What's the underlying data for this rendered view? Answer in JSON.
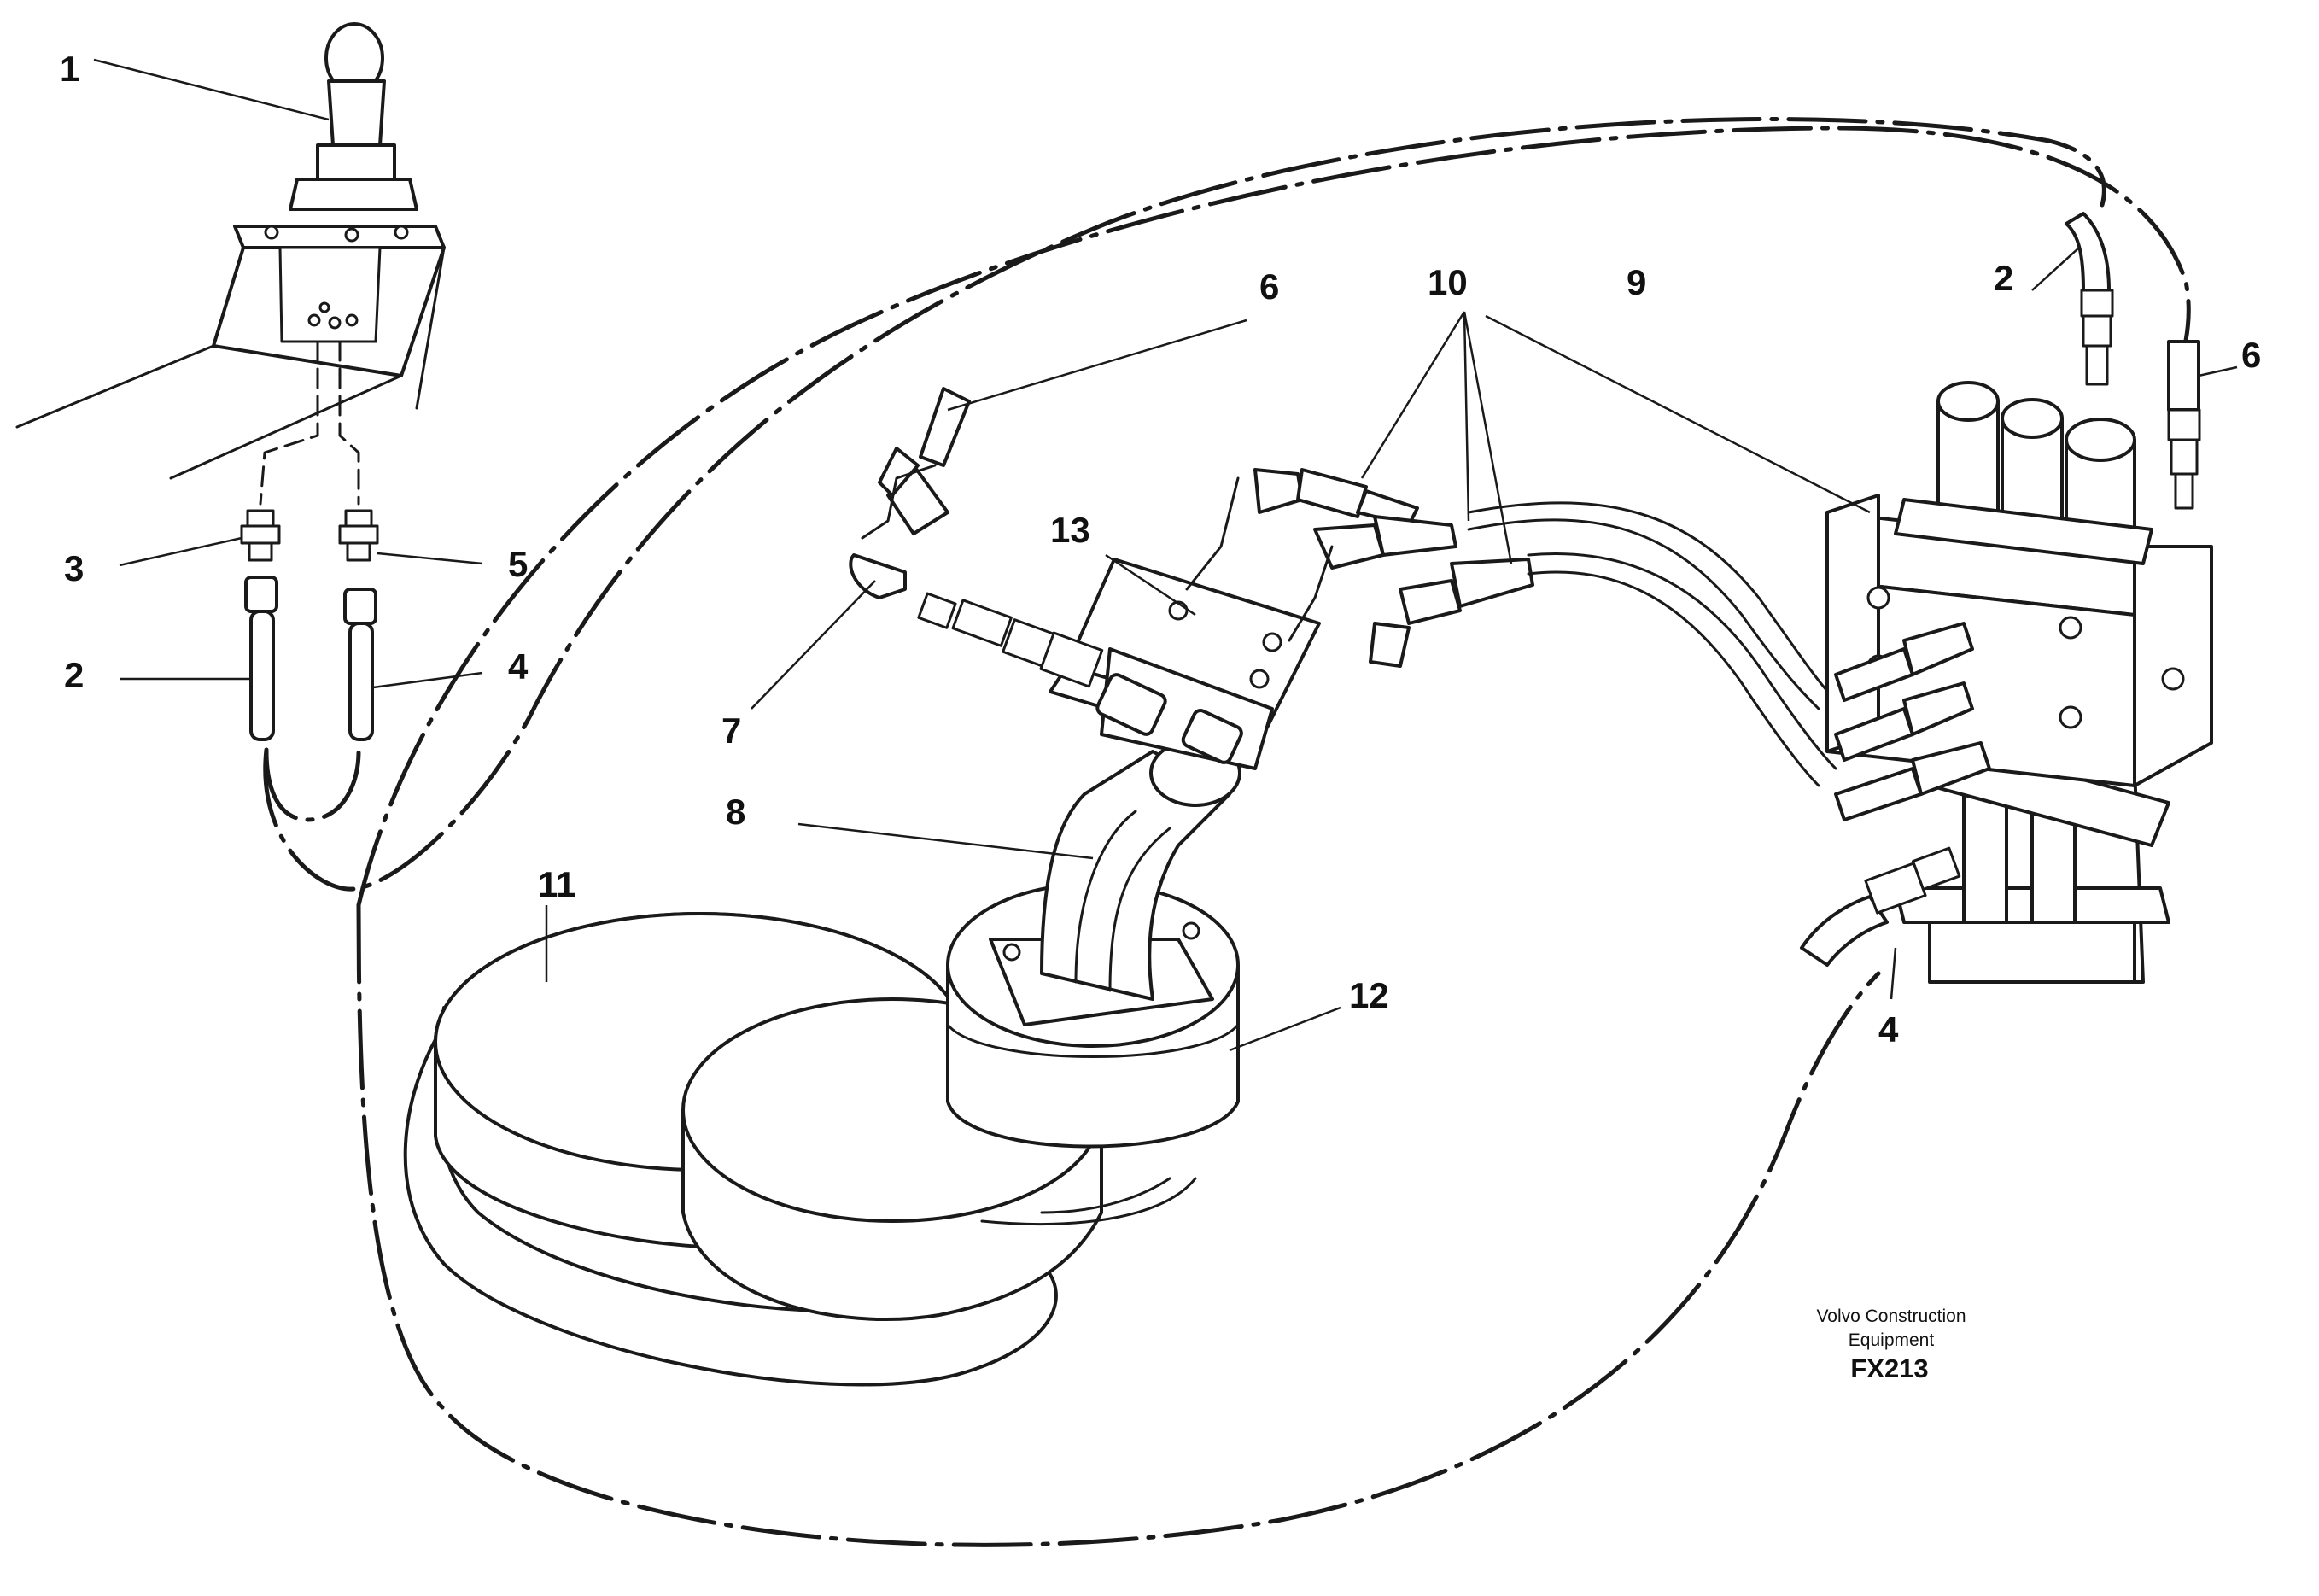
{
  "callouts": {
    "c1": "1",
    "c2_left": "2",
    "c3": "3",
    "c4_left": "4",
    "c5": "5",
    "c6_mid": "6",
    "c7": "7",
    "c8": "8",
    "c9": "9",
    "c10": "10",
    "c11": "11",
    "c12": "12",
    "c13": "13",
    "c2_right": "2",
    "c6_right": "6",
    "c4_right": "4"
  },
  "caption": {
    "line1": "Volvo Construction",
    "line2": "Equipment",
    "code": "FX213"
  }
}
